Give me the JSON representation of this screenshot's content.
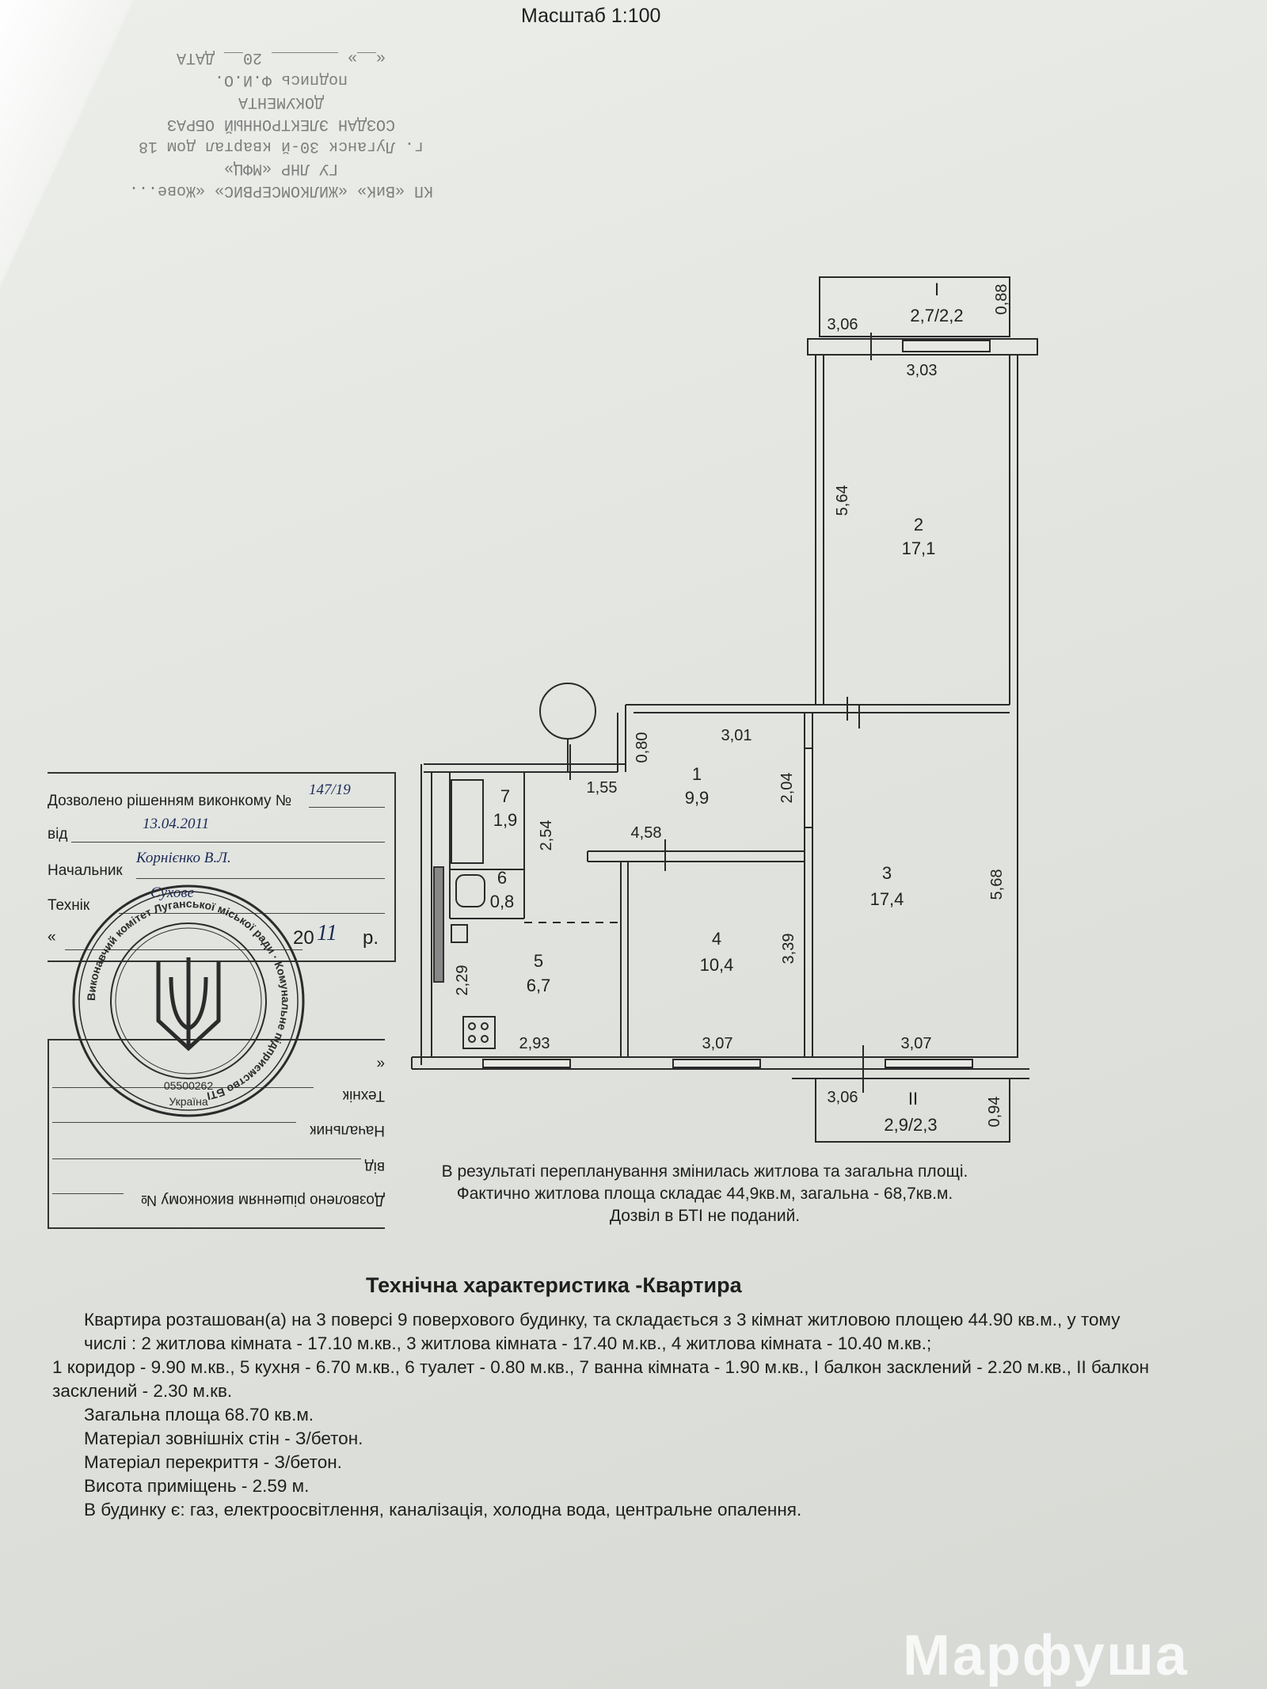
{
  "scale_label": "Масштаб 1:100",
  "bti_stamp": {
    "lines": [
      "КП «ВиК» «ЖИЛКОМСЕРВИС» «Жове...",
      "ГУ ЛНР «МФЦ»",
      "г. Луганск 30-й квартал дом 18",
      "СОЗДАН ЭЛЕКТРОННЫЙ ОБРАЗ",
      "ДОКУМЕНТА",
      "подпись       Ф.И.О.",
      "«__» _______ 20__       ДАТА"
    ]
  },
  "floorplan": {
    "rooms": [
      {
        "number": "1",
        "area": "9,9"
      },
      {
        "number": "2",
        "area": "17,1"
      },
      {
        "number": "3",
        "area": "17,4"
      },
      {
        "number": "4",
        "area": "10,4"
      },
      {
        "number": "5",
        "area": "6,7"
      },
      {
        "number": "6",
        "area": "0,8"
      },
      {
        "number": "7",
        "area": "1,9"
      }
    ],
    "balconies": [
      {
        "number": "I",
        "area": "2,7/2,2"
      },
      {
        "number": "II",
        "area": "2,9/2,3"
      }
    ],
    "dimensions": {
      "d_306_top": "3,06",
      "d_088": "0,88",
      "d_303": "3,03",
      "d_564": "5,64",
      "d_080": "0,80",
      "d_301": "3,01",
      "d_155": "1,55",
      "d_204": "2,04",
      "d_458": "4,58",
      "d_254": "2,54",
      "d_568": "5,68",
      "d_339": "3,39",
      "d_229": "2,29",
      "d_293": "2,93",
      "d_307_a": "3,07",
      "d_307_b": "3,07",
      "d_306_bottom": "3,06",
      "d_094": "0,94"
    }
  },
  "approval": {
    "line1": "Дозволено рішенням виконкому №",
    "decision_no": "147/19",
    "from_label": "від",
    "date": "13.04.2011",
    "chief_label": "Начальник",
    "chief_name": "Корнієнко В.Л.",
    "tech_label": "Технік",
    "tech_sign": "Сухове",
    "date_quote": "«",
    "year_prefix": "20",
    "year_suffix": "11",
    "year_unit": "р."
  },
  "approval_mirror": {
    "line1": "Дозволено рішенням виконкому №",
    "from_label": "від",
    "chief_label": "Начальник",
    "tech_label": "Технік",
    "date_quote": "«"
  },
  "round_stamp": {
    "ring_text": "Виконавчий комітет Луганської міської ради · Комунальне підприємство БТІ",
    "code": "05500262",
    "country": "Україна"
  },
  "note": {
    "line1": "В результаті перепланування змінилась житлова та загальна площі.",
    "line2": "Фактично житлова площа складає 44,9кв.м, загальна - 68,7кв.м.",
    "line3": "Дозвіл в БТІ не поданий."
  },
  "tech": {
    "title": "Технічна характеристика -Квартира",
    "p1": "Квартира розташован(а) на 3 поверсі 9 поверхового будинку, та складається з 3 кімнат житловою площею 44.90 кв.м., у тому числі : 2 житлова кімната - 17.10 м.кв., 3 житлова кімната - 17.40 м.кв., 4 житлова кімната - 10.40 м.кв.;",
    "p2": "1 коридор - 9.90 м.кв., 5 кухня - 6.70 м.кв., 6 туалет - 0.80 м.кв., 7 ванна кімната - 1.90 м.кв., І балкон засклений - 2.20 м.кв., ІІ балкон засклений - 2.30 м.кв.",
    "p3": "Загальна площа 68.70 кв.м.",
    "p4": "Матеріал зовнішніх стін - З/бетон.",
    "p5": "Матеріал перекриття - З/бетон.",
    "p6": "Висота приміщень - 2.59 м.",
    "p7": "В будинку є: газ, електроосвітлення, каналізація, холодна вода, центральне опалення."
  },
  "watermark": "Марфуша"
}
